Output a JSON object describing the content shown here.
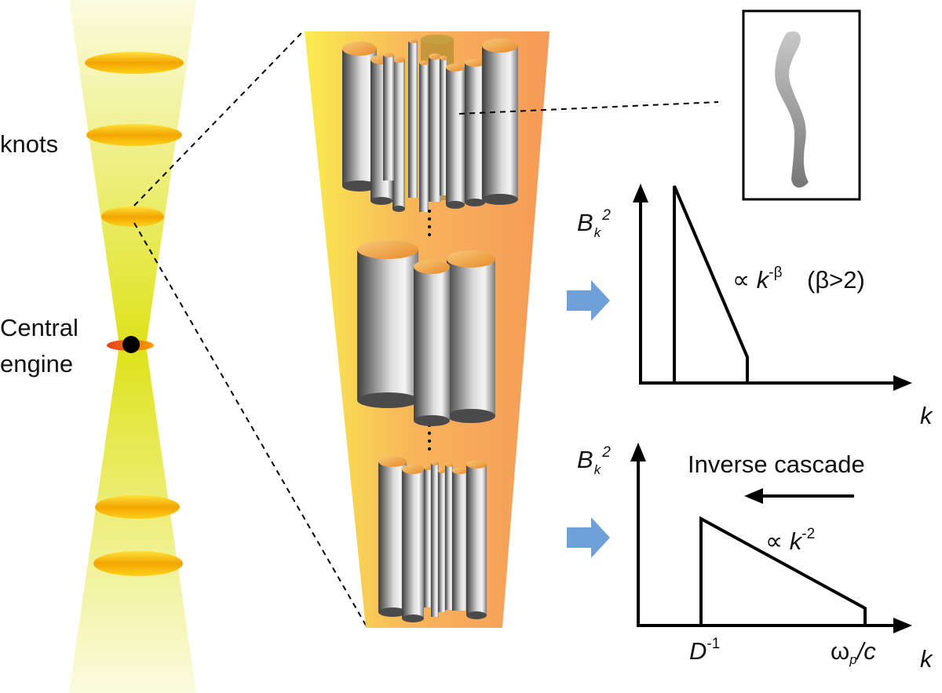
{
  "labels": {
    "knots": "knots",
    "central_engine_line1": "Central",
    "central_engine_line2": "engine"
  },
  "plot_top": {
    "y_label": "B",
    "y_label_sub": "k",
    "y_label_sup": "2",
    "x_label": "k",
    "slope_prefix": "∝ ",
    "slope_var": "k",
    "slope_exp": "-β",
    "slope_condition": "(β>2)"
  },
  "plot_bottom": {
    "y_label": "B",
    "y_label_sub": "k",
    "y_label_sup": "2",
    "x_label": "k",
    "slope_prefix": "∝ ",
    "slope_var": "k",
    "slope_exp": "-2",
    "cascade_label": "Inverse cascade",
    "tick_left_var": "D",
    "tick_left_exp": "-1",
    "tick_right_omega": "ω",
    "tick_right_sub": "p",
    "tick_right_tail": "/c"
  },
  "colors": {
    "jet_yellow": "#e6e62a",
    "knot_orange": "#f5a800",
    "zoom_orange": "#f7a858",
    "arrow_blue": "#6fa0d8",
    "cylinder_gray": "#8a8a8a"
  }
}
